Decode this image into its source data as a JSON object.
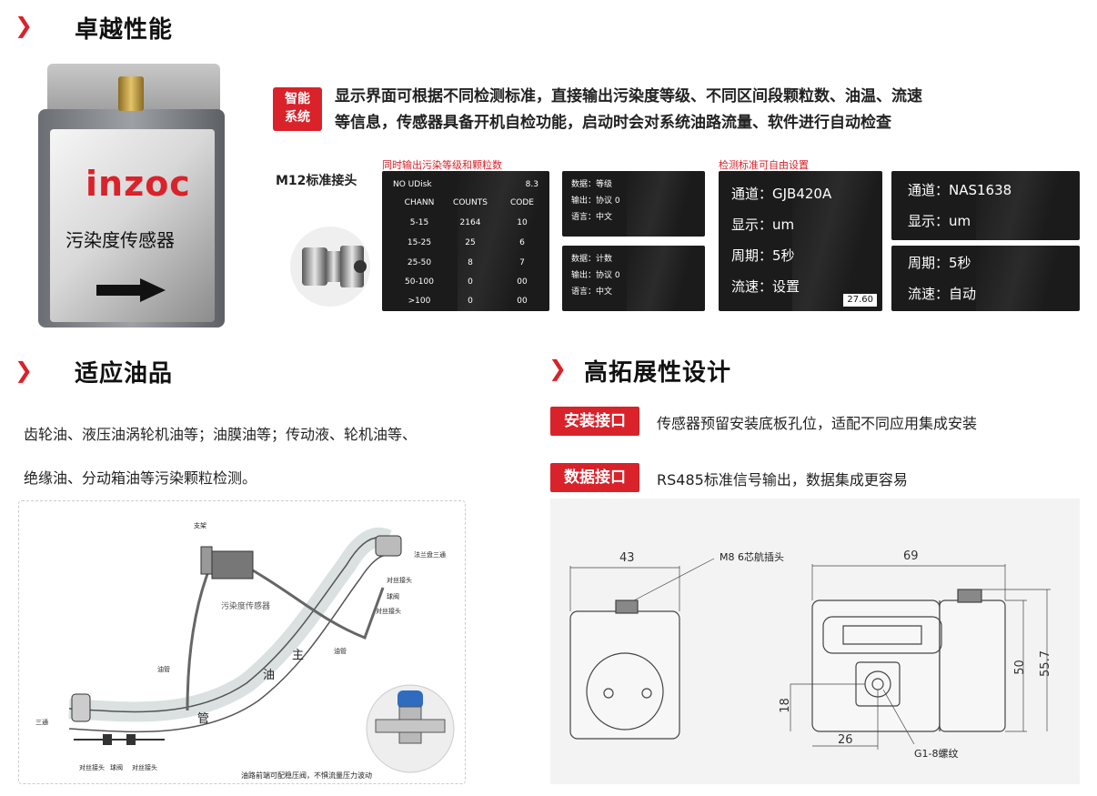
{
  "sections": {
    "performance": "卓越性能",
    "oils": "适应油品",
    "expansion": "高拓展性设计"
  },
  "device": {
    "logo": "inzoc",
    "label": "污染度传感器"
  },
  "smart": {
    "tag_line1": "智能",
    "tag_line2": "系统",
    "text_line1": "显示界面可根据不同检测标准，直接输出污染度等级、不同区间段颗粒数、油温、流速",
    "text_line2": "等信息，传感器具备开机自检功能，启动时会对系统油路流量、软件进行自动检查"
  },
  "m12_label": "M12标准接头",
  "caption_left": "同时输出污染等级和颗粒数",
  "caption_right": "检测标准可自由设置",
  "screen1": {
    "title": "NO UDisk",
    "value": "8.3",
    "headers": [
      "CHANN",
      "COUNTS",
      "CODE"
    ],
    "rows": [
      [
        "5-15",
        "2164",
        "10"
      ],
      [
        "15-25",
        "25",
        "6"
      ],
      [
        "25-50",
        "8",
        "7"
      ],
      [
        "50-100",
        "0",
        "00"
      ],
      [
        ">100",
        "0",
        "00"
      ]
    ]
  },
  "screen2a": {
    "l1": "数据：等级",
    "l2": "输出：协议 0",
    "l3": "语言：中文"
  },
  "screen2b": {
    "l1": "数据：计数",
    "l2": "输出：协议 0",
    "l3": "语言：中文"
  },
  "screen3": {
    "l1": "通道：GJB420A",
    "l2": "显示：um",
    "l3": "周期：5秒",
    "l4": "流速：设置",
    "badge": "27.60"
  },
  "screen4a": {
    "l1": "通道：NAS1638",
    "l2": "显示：um"
  },
  "screen4b": {
    "l1": "周期：5秒",
    "l2": "流速：自动"
  },
  "oils_text_line1": "齿轮油、液压油涡轮机油等；油膜油等；传动液、轮机油等、",
  "oils_text_line2": "绝缘油、分动箱油等污染颗粒检测。",
  "install": {
    "tag": "安装接口",
    "text": "传感器预留安装底板孔位，适配不同应用集成安装"
  },
  "data_if": {
    "tag": "数据接口",
    "text": "RS485标准信号输出，数据集成更容易"
  },
  "diagram": {
    "bracket": "支架",
    "sensor": "污染度传感器",
    "flange_tee": "法兰盘三通",
    "connector1": "对丝接头",
    "ball_valve1": "球阀",
    "connector2": "对丝接头",
    "oil_pipe1": "油管",
    "oil_pipe2": "油管",
    "main_pipe_1": "主",
    "main_pipe_2": "油",
    "main_pipe_3": "管",
    "tee": "三通",
    "bottom_connector1": "对丝接头",
    "bottom_ball_valve": "球阀",
    "bottom_connector2": "对丝接头",
    "note": "油路前端可配稳压阀，不惧流量压力波动"
  },
  "drawing": {
    "dim_43": "43",
    "dim_69": "69",
    "dim_50": "50",
    "dim_557": "55.7",
    "dim_18": "18",
    "dim_26": "26",
    "plug": "M8 6芯航插头",
    "thread": "G1-8螺纹"
  },
  "colors": {
    "accent": "#d9222a",
    "screen_bg": "#1b1b1b"
  }
}
